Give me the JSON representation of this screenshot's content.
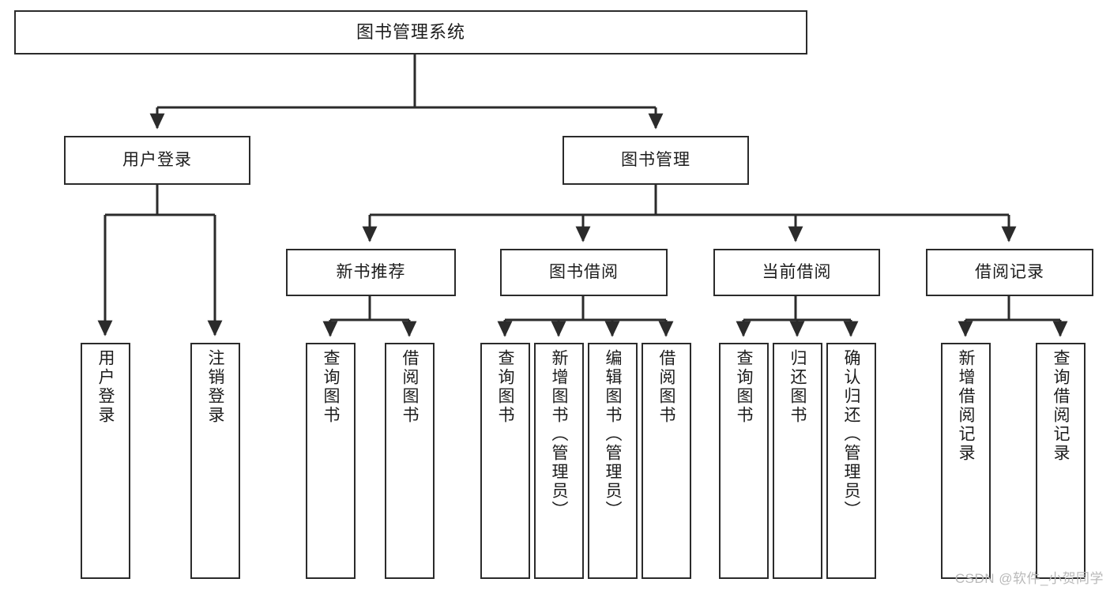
{
  "diagram": {
    "title": "图书管理系统",
    "type": "功能结构图",
    "stroke_color": "#2b2b2b",
    "fill_color": "#ffffff",
    "text_color": "#1c1c1c"
  },
  "nodes": {
    "root": {
      "label": "图书管理系统",
      "level": 1
    },
    "level2": [
      {
        "id": "user-login",
        "label": "用户登录"
      },
      {
        "id": "book-manage",
        "label": "图书管理"
      }
    ],
    "level3": [
      {
        "id": "new-book-recommend",
        "label": "新书推荐"
      },
      {
        "id": "book-borrow",
        "label": "图书借阅"
      },
      {
        "id": "current-borrow",
        "label": "当前借阅"
      },
      {
        "id": "borrow-record",
        "label": "借阅记录"
      }
    ],
    "leaves": {
      "user_login": [
        {
          "id": "leaf-user-login",
          "label": "用户登录"
        },
        {
          "id": "leaf-logout-login",
          "label": "注销登录"
        }
      ],
      "new_book_recommend": [
        {
          "id": "leaf-query-book-1",
          "label": "查询图书"
        },
        {
          "id": "leaf-borrow-book-1",
          "label": "借阅图书"
        }
      ],
      "book_borrow": [
        {
          "id": "leaf-query-book-2",
          "label": "查询图书"
        },
        {
          "id": "leaf-add-book",
          "label": "新增图书（管理员）"
        },
        {
          "id": "leaf-edit-book",
          "label": "编辑图书（管理员）"
        },
        {
          "id": "leaf-borrow-book-2",
          "label": "借阅图书"
        }
      ],
      "current_borrow": [
        {
          "id": "leaf-query-book-3",
          "label": "查询图书"
        },
        {
          "id": "leaf-return-book",
          "label": "归还图书"
        },
        {
          "id": "leaf-confirm-return",
          "label": "确认归还（管理员）"
        }
      ],
      "borrow_record": [
        {
          "id": "leaf-add-record",
          "label": "新增借阅记录"
        },
        {
          "id": "leaf-query-record",
          "label": "查询借阅记录"
        }
      ]
    }
  },
  "watermark": {
    "text": "CSDN @软件_小贺同学"
  }
}
